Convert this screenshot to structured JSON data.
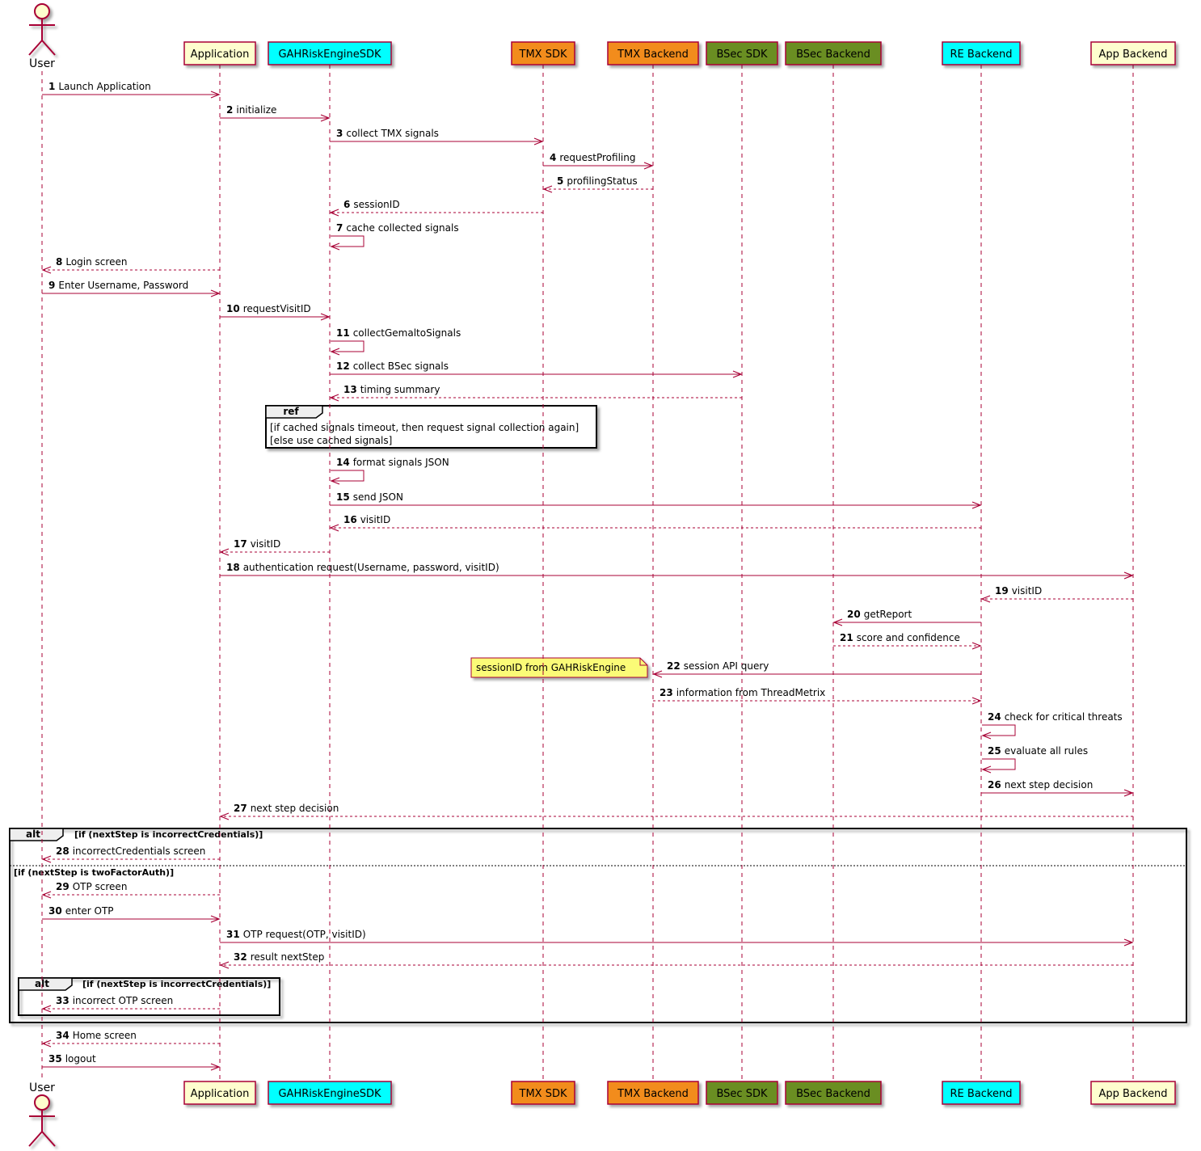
{
  "colors": {
    "line": "#a80036",
    "lifeline": "#a80036",
    "participant_default": "#fefece",
    "cyan": "#00ffff",
    "orange": "#f28c1e",
    "green": "#6b8e23",
    "note": "#fbfb77",
    "frame_tag": "#eeeeee"
  },
  "actor": {
    "label": "User",
    "icon": "stick-figure-icon"
  },
  "participants": [
    {
      "id": "app",
      "label": "Application",
      "fill": "#fefece"
    },
    {
      "id": "sdk",
      "label": "GAHRiskEngineSDK",
      "fill": "#00ffff"
    },
    {
      "id": "tmxsdk",
      "label": "TMX SDK",
      "fill": "#f28c1e"
    },
    {
      "id": "tmxbe",
      "label": "TMX Backend",
      "fill": "#f28c1e"
    },
    {
      "id": "bsecsdk",
      "label": "BSec SDK",
      "fill": "#6b8e23"
    },
    {
      "id": "bsecbe",
      "label": "BSec Backend",
      "fill": "#6b8e23"
    },
    {
      "id": "rebe",
      "label": "RE Backend",
      "fill": "#00ffff"
    },
    {
      "id": "appbe",
      "label": "App Backend",
      "fill": "#fefece"
    }
  ],
  "messages": [
    {
      "num": "1",
      "text": "Launch Application",
      "from": "user",
      "to": "app",
      "dashed": false
    },
    {
      "num": "2",
      "text": "initialize",
      "from": "app",
      "to": "sdk",
      "dashed": false
    },
    {
      "num": "3",
      "text": "collect TMX signals",
      "from": "sdk",
      "to": "tmxsdk",
      "dashed": false
    },
    {
      "num": "4",
      "text": "requestProfiling",
      "from": "tmxsdk",
      "to": "tmxbe",
      "dashed": false
    },
    {
      "num": "5",
      "text": "profilingStatus",
      "from": "tmxbe",
      "to": "tmxsdk",
      "dashed": true
    },
    {
      "num": "6",
      "text": "sessionID",
      "from": "tmxsdk",
      "to": "sdk",
      "dashed": true
    },
    {
      "num": "7",
      "text": "cache collected signals",
      "from": "sdk",
      "to": "sdk",
      "dashed": false
    },
    {
      "num": "8",
      "text": "Login screen",
      "from": "app",
      "to": "user",
      "dashed": true
    },
    {
      "num": "9",
      "text": "Enter Username, Password",
      "from": "user",
      "to": "app",
      "dashed": false
    },
    {
      "num": "10",
      "text": "requestVisitID",
      "from": "app",
      "to": "sdk",
      "dashed": false
    },
    {
      "num": "11",
      "text": "collectGemaltoSignals",
      "from": "sdk",
      "to": "sdk",
      "dashed": false
    },
    {
      "num": "12",
      "text": "collect BSec signals",
      "from": "sdk",
      "to": "bsecsdk",
      "dashed": false
    },
    {
      "num": "13",
      "text": "timing summary",
      "from": "bsecsdk",
      "to": "sdk",
      "dashed": true
    },
    {
      "num": "14",
      "text": "format signals JSON",
      "from": "sdk",
      "to": "sdk",
      "dashed": false
    },
    {
      "num": "15",
      "text": "send JSON",
      "from": "sdk",
      "to": "rebe",
      "dashed": false
    },
    {
      "num": "16",
      "text": "visitID",
      "from": "rebe",
      "to": "sdk",
      "dashed": true
    },
    {
      "num": "17",
      "text": "visitID",
      "from": "sdk",
      "to": "app",
      "dashed": true
    },
    {
      "num": "18",
      "text": "authentication request(Username, password, visitID)",
      "from": "app",
      "to": "appbe",
      "dashed": false
    },
    {
      "num": "19",
      "text": "visitID",
      "from": "appbe",
      "to": "rebe",
      "dashed": true
    },
    {
      "num": "20",
      "text": "getReport",
      "from": "rebe",
      "to": "bsecbe",
      "dashed": false
    },
    {
      "num": "21",
      "text": "score and confidence",
      "from": "bsecbe",
      "to": "rebe",
      "dashed": true
    },
    {
      "num": "22",
      "text": "session API query",
      "from": "rebe",
      "to": "tmxbe",
      "dashed": false
    },
    {
      "num": "23",
      "text": "information from ThreadMetrix",
      "from": "tmxbe",
      "to": "rebe",
      "dashed": true
    },
    {
      "num": "24",
      "text": "check for critical threats",
      "from": "rebe",
      "to": "rebe",
      "dashed": false
    },
    {
      "num": "25",
      "text": "evaluate all rules",
      "from": "rebe",
      "to": "rebe",
      "dashed": false
    },
    {
      "num": "26",
      "text": "next step decision",
      "from": "rebe",
      "to": "appbe",
      "dashed": false
    },
    {
      "num": "27",
      "text": "next step decision",
      "from": "appbe",
      "to": "app",
      "dashed": true
    },
    {
      "num": "28",
      "text": "incorrectCredentials screen",
      "from": "app",
      "to": "user",
      "dashed": true
    },
    {
      "num": "29",
      "text": "OTP screen",
      "from": "app",
      "to": "user",
      "dashed": true
    },
    {
      "num": "30",
      "text": "enter OTP",
      "from": "user",
      "to": "app",
      "dashed": false
    },
    {
      "num": "31",
      "text": "OTP request(OTP, visitID)",
      "from": "app",
      "to": "appbe",
      "dashed": false
    },
    {
      "num": "32",
      "text": "result nextStep",
      "from": "appbe",
      "to": "app",
      "dashed": true
    },
    {
      "num": "33",
      "text": "incorrect OTP screen",
      "from": "app",
      "to": "user",
      "dashed": true
    },
    {
      "num": "34",
      "text": "Home screen",
      "from": "app",
      "to": "user",
      "dashed": true
    },
    {
      "num": "35",
      "text": "logout",
      "from": "user",
      "to": "app",
      "dashed": false
    }
  ],
  "ref_frame": {
    "tag": "ref",
    "lines": [
      "[if cached signals timeout, then request signal collection again]",
      "[else use cached signals]"
    ]
  },
  "note": {
    "text": "sessionID from GAHRiskEngine"
  },
  "alt_outer": {
    "tag": "alt",
    "condition": "[if (nextStep is incorrectCredentials)]",
    "else_condition": "[if (nextStep is twoFactorAuth)]"
  },
  "alt_inner": {
    "tag": "alt",
    "condition": "[if (nextStep is incorrectCredentials)]"
  }
}
